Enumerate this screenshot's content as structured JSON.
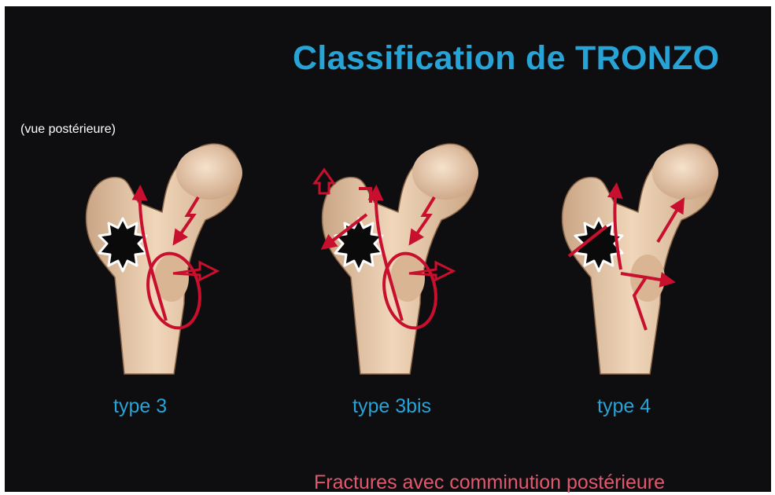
{
  "title": "Classification de TRONZO",
  "view_note": "(vue postérieure)",
  "types": [
    {
      "label": "type 3"
    },
    {
      "label": "type 3bis"
    },
    {
      "label": "type 4"
    }
  ],
  "footer": "Fractures avec comminution postérieure",
  "colors": {
    "background": "#0e0e10",
    "title": "#27a3d6",
    "caption": "#27a3d6",
    "footer": "#e2586e",
    "arrow": "#c8102e",
    "bone": "#e8c9a8"
  },
  "icons": [
    "femur-bone-illustration",
    "fracture-arrow",
    "comminution-zone"
  ]
}
